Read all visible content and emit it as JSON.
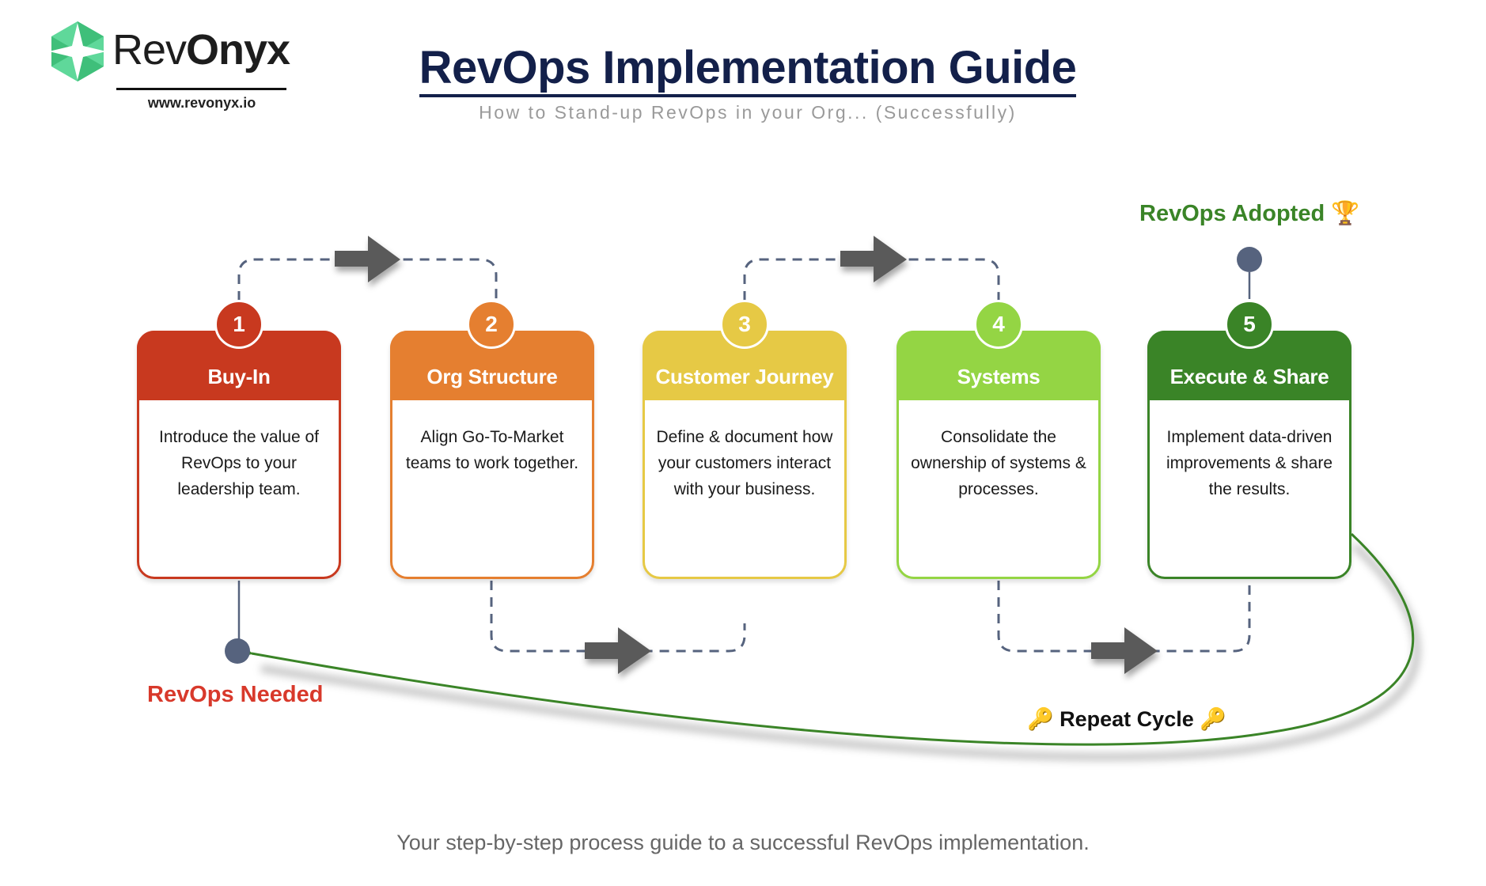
{
  "brand": {
    "name_regular": "Rev",
    "name_bold": "Onyx",
    "url": "www.revonyx.io",
    "logo_icon": "four-point-star-hexagon-icon",
    "logo_colors": [
      "#5fd89a",
      "#3fbf7a",
      "#7ce8b0"
    ]
  },
  "header": {
    "title": "RevOps Implementation Guide",
    "subtitle": "How to Stand-up RevOps in your Org... (Successfully)"
  },
  "steps": [
    {
      "number": "1",
      "title": "Buy-In",
      "description": "Introduce the value of RevOps to your leadership team.",
      "color": "#c8391f"
    },
    {
      "number": "2",
      "title": "Org Structure",
      "description": "Align Go-To-Market teams to work together.",
      "color": "#e57f30"
    },
    {
      "number": "3",
      "title": "Customer Journey",
      "description": "Define & document how your customers interact with your business.",
      "color": "#e6c945"
    },
    {
      "number": "4",
      "title": "Systems",
      "description": "Consolidate the ownership of systems & processes.",
      "color": "#94d544"
    },
    {
      "number": "5",
      "title": "Execute & Share",
      "description": "Implement data-driven improvements & share the results.",
      "color": "#3a8427"
    }
  ],
  "markers": {
    "start_label": "RevOps Needed",
    "end_label": "RevOps Adopted",
    "end_icon": "🏆",
    "repeat_label": "Repeat Cycle",
    "repeat_icon": "🔑"
  },
  "colors": {
    "connector": "#56637e",
    "arrow": "#5a5a5a",
    "cycle": "#3a8427",
    "start_text": "#d8392b",
    "end_text": "#3a8427",
    "title": "#13204a"
  },
  "caption": "Your step-by-step process guide to a successful RevOps implementation."
}
